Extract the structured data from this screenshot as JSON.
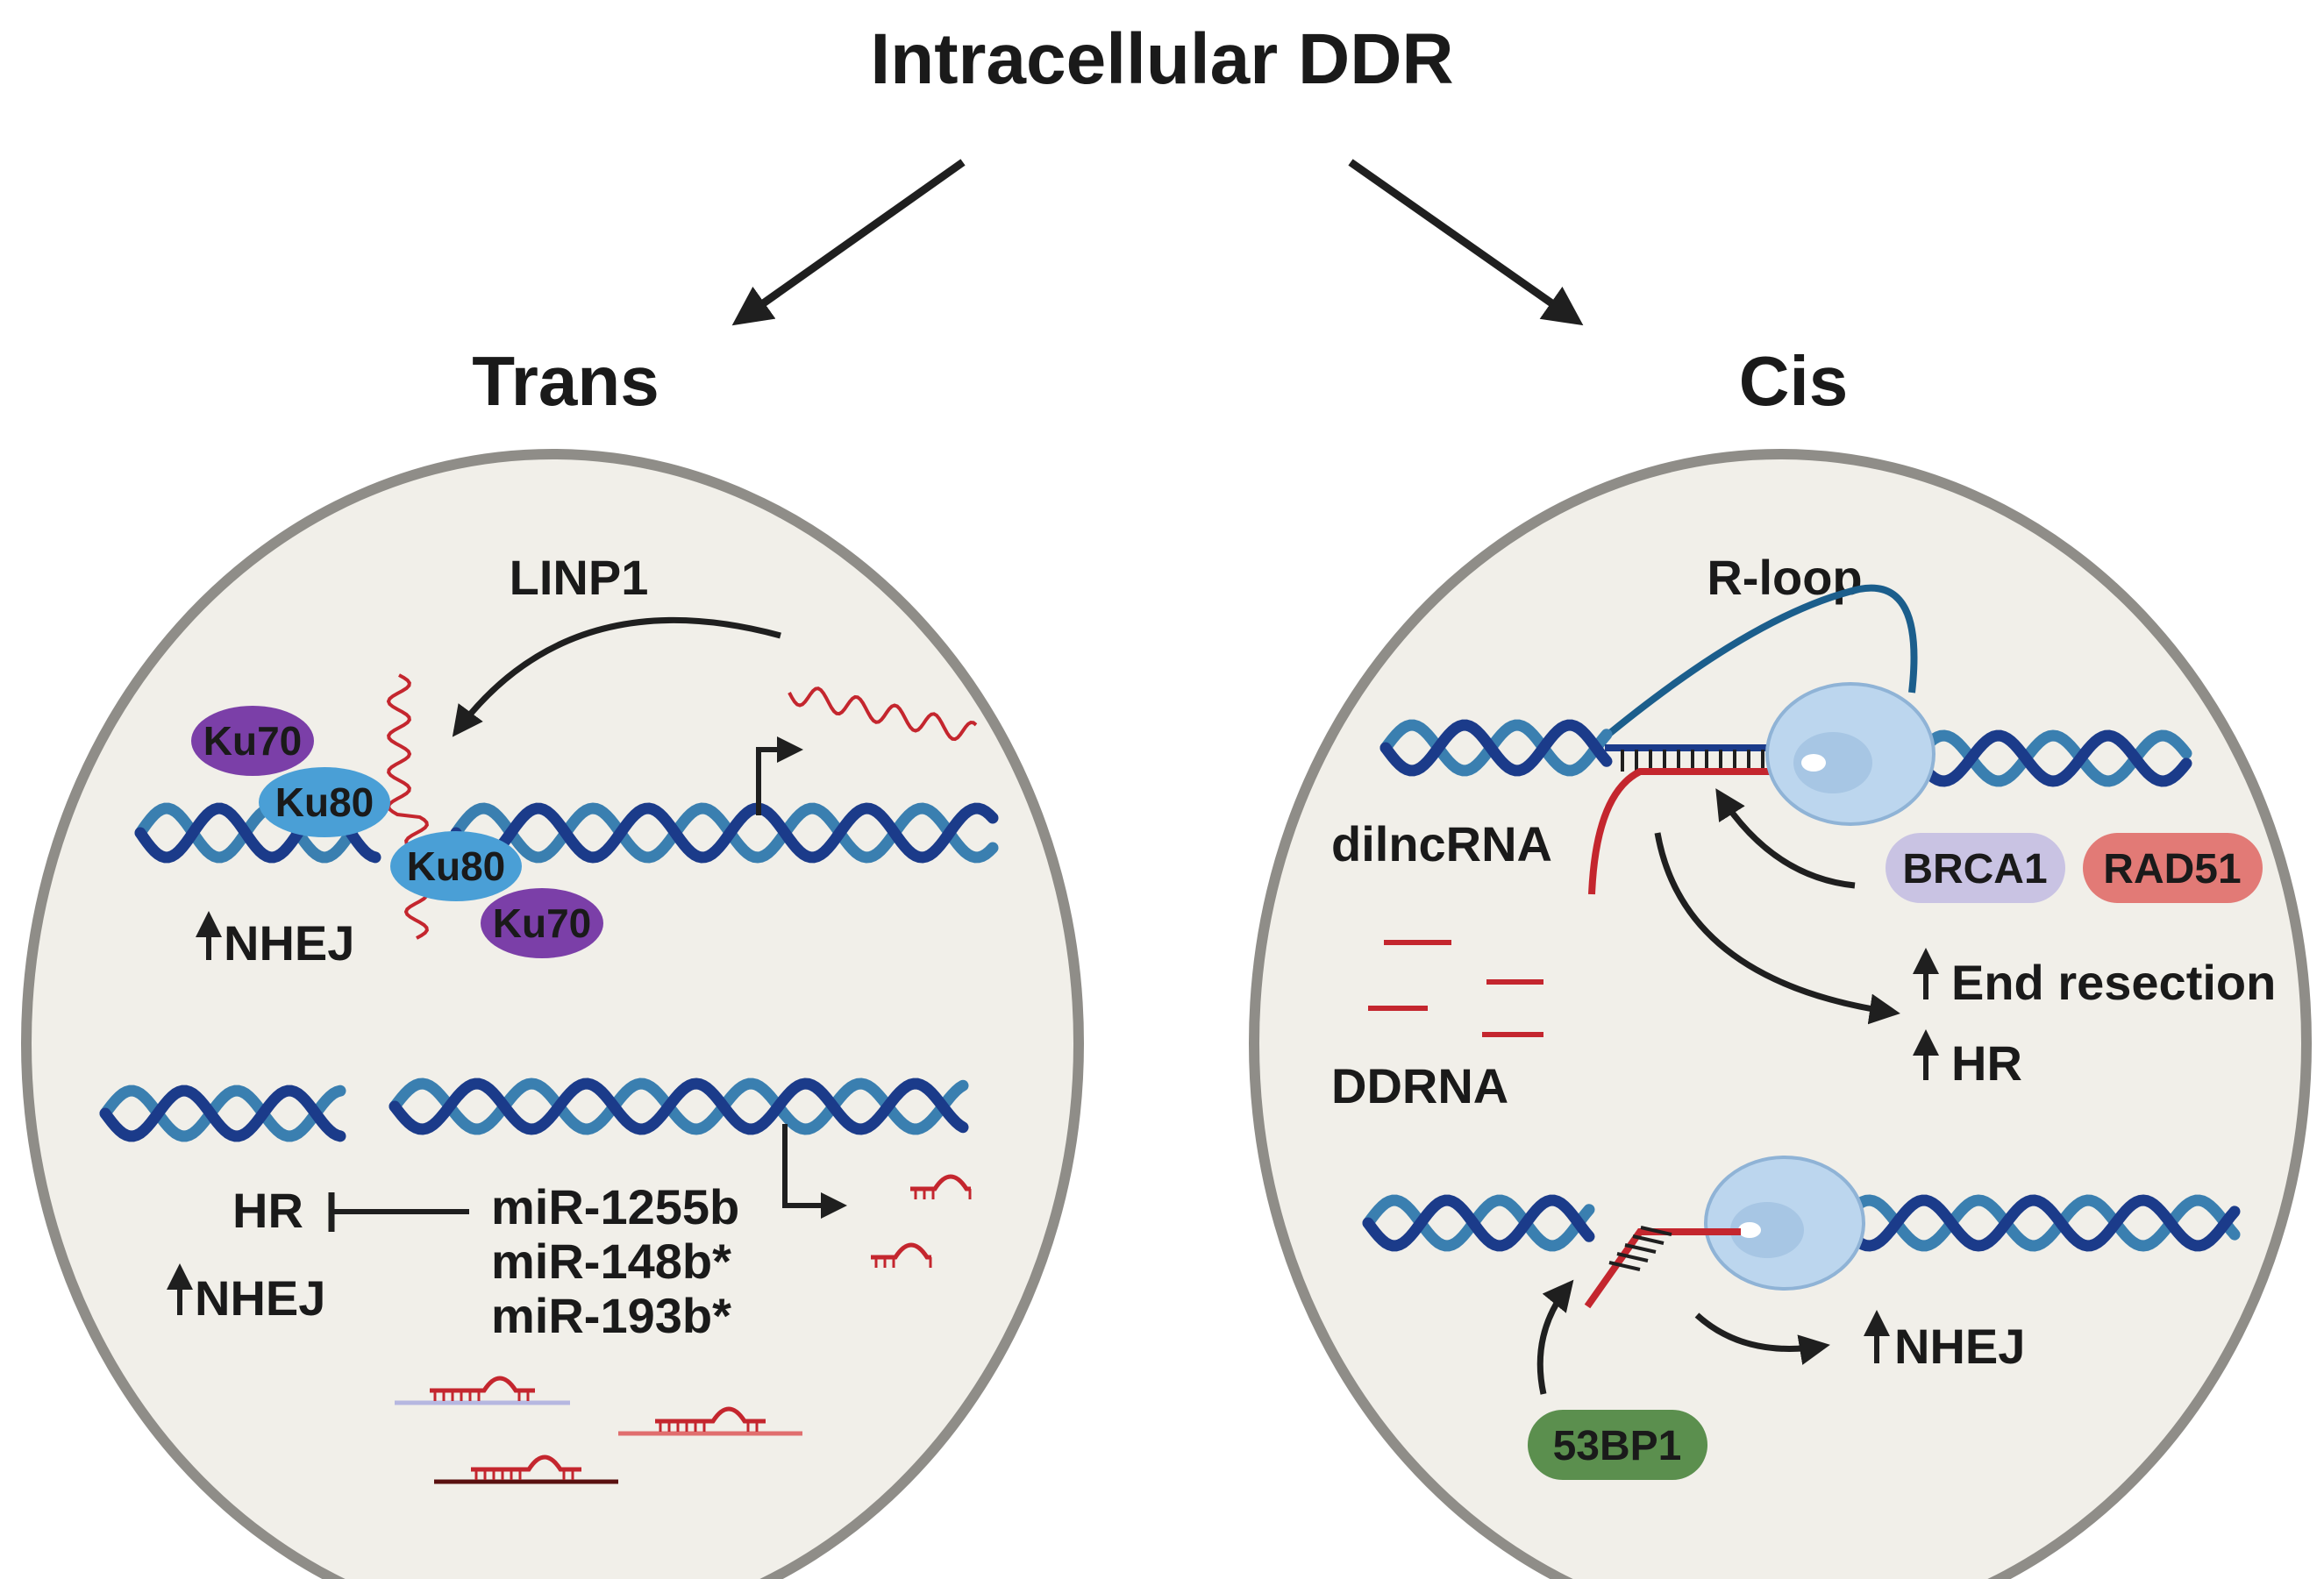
{
  "title": "Intracellular DDR",
  "trans": {
    "heading": "Trans",
    "linp1": "LINP1",
    "ku70_a": "Ku70",
    "ku80_a": "Ku80",
    "ku80_b": "Ku80",
    "ku70_b": "Ku70",
    "nhej_top": "NHEJ",
    "hr": "HR",
    "nhej_bottom": "NHEJ",
    "mirnas": [
      "miR-1255b",
      "miR-148b*",
      "miR-193b*"
    ]
  },
  "cis": {
    "heading": "Cis",
    "rloop": "R-loop",
    "dilncrna": "dilncRNA",
    "brca1": "BRCA1",
    "rad51": "RAD51",
    "end_resection": "End resection",
    "hr": "HR",
    "ddrna": "DDRNA",
    "nhej": "NHEJ",
    "p53bp1": "53BP1"
  },
  "colors": {
    "cell_fill": "#f1efe9",
    "cell_border": "#8f8d88",
    "dna_strand_dark": "#1b3b8a",
    "dna_strand_light": "#3a7fb0",
    "rna_red": "#c4262e",
    "ku70": "#7b3fa8",
    "ku80": "#4a9fd6",
    "brca1": "#c9c3e3",
    "rad51": "#e27a76",
    "p53bp1": "#5b8f4e",
    "polymerase": "#bcd6ee"
  }
}
